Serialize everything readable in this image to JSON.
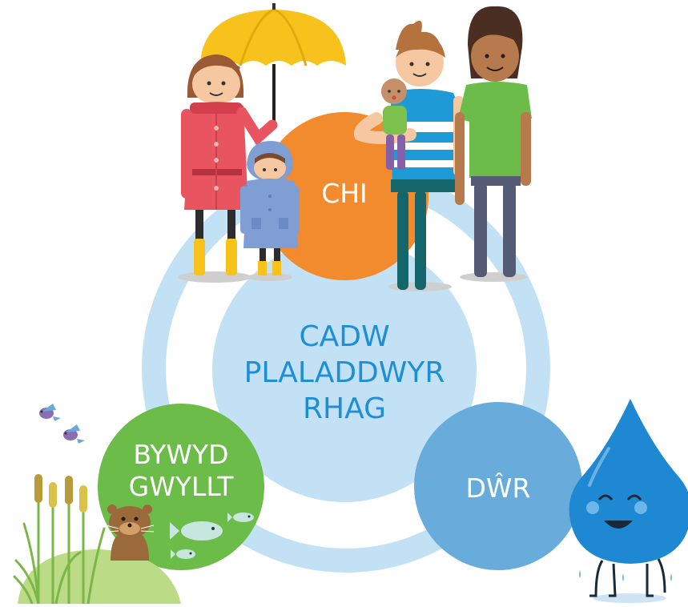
{
  "center": {
    "lines": [
      "CADW",
      "PLALADDWYR",
      "RHAG"
    ]
  },
  "circles": {
    "people": {
      "label": "CHI"
    },
    "wildlife": {
      "lines": [
        "BYWYD",
        "GWYLLT"
      ]
    },
    "water": {
      "label": "DŴR"
    }
  },
  "colors": {
    "ring": "#c2e1f4",
    "orange": "#f28a2e",
    "green": "#6cbc4a",
    "blue": "#68acdc",
    "centerText": "#1e8fd6"
  }
}
